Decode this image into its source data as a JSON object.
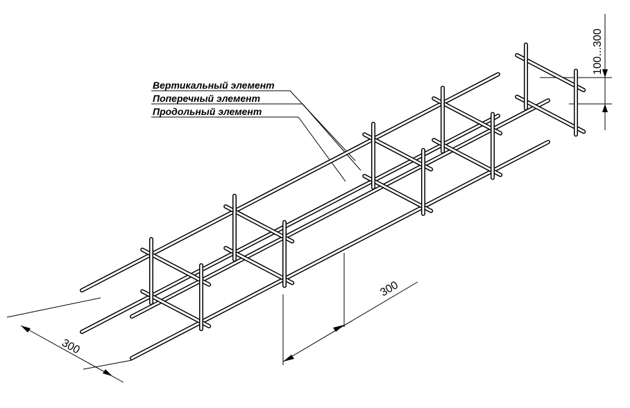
{
  "callouts": {
    "vertical": "Вертикальный элемент",
    "transverse": "Поперечный элемент",
    "longitudinal": "Продольный элемент"
  },
  "dimensions": {
    "width": "300",
    "spacing": "300",
    "height": "100...300"
  },
  "colors": {
    "rod_outline": "#000000",
    "rod_fill": "#ffffff",
    "dimension_line": "#000000"
  }
}
